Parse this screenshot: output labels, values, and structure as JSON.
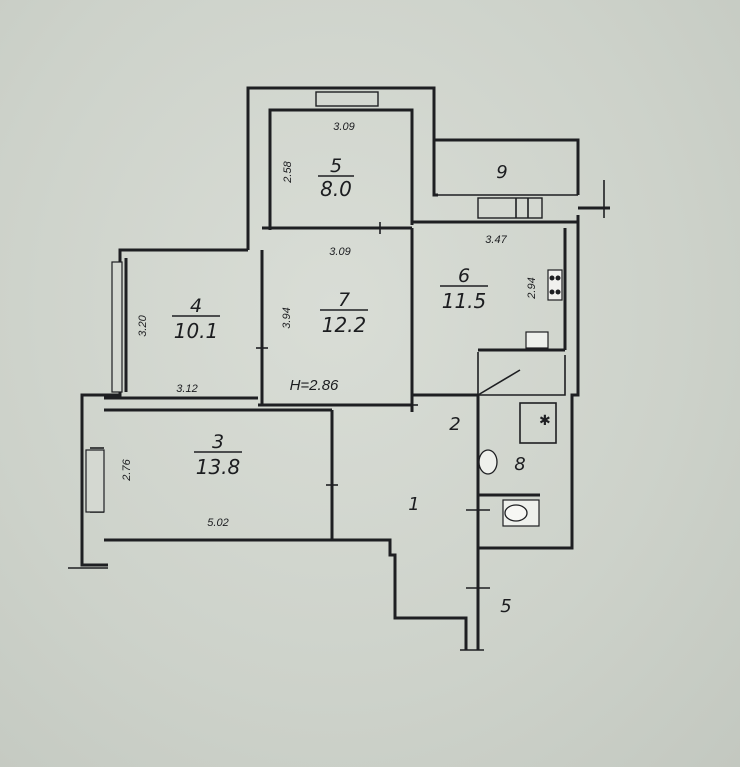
{
  "rooms": [
    {
      "id": "room-5",
      "number": "5",
      "area": "8.0",
      "width": "3.09",
      "depth": "2.58"
    },
    {
      "id": "room-7",
      "number": "7",
      "area": "12.2",
      "width": "3.09",
      "depth": "3.94"
    },
    {
      "id": "room-4",
      "number": "4",
      "area": "10.1",
      "width": "3.12",
      "depth": "3.20"
    },
    {
      "id": "room-6",
      "number": "6",
      "area": "11.5",
      "width": "3.47",
      "depth": "2.94"
    },
    {
      "id": "room-3",
      "number": "3",
      "area": "13.8",
      "width": "5.02",
      "depth": "2.76"
    }
  ],
  "labels": {
    "balcony": "9",
    "hall": "1",
    "corridor": "2",
    "bathroom": "8",
    "entrance": "5"
  },
  "ceiling_height": "H=2.86"
}
